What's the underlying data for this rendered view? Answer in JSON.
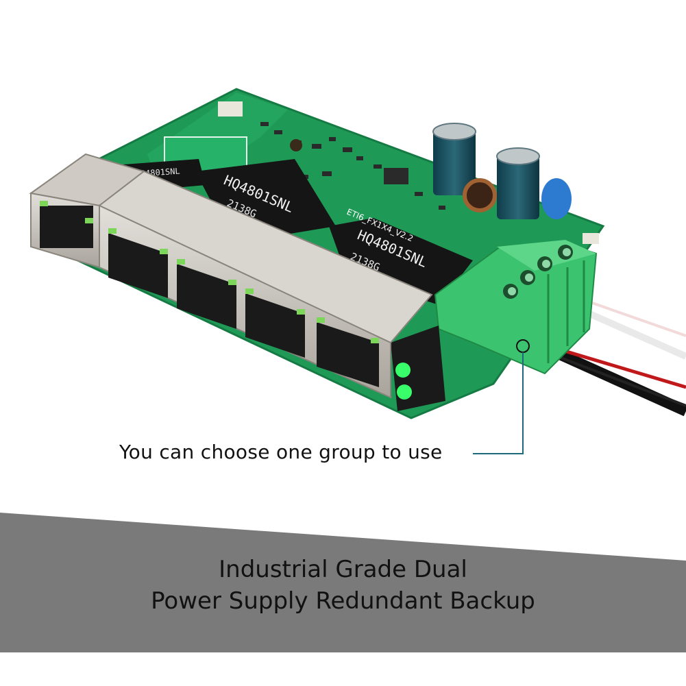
{
  "product": {
    "chip_label_1": "HQ4801SNL",
    "chip_code_1": "2138G",
    "chip_label_2": "HQ4801SNL",
    "chip_code_2": "2138G",
    "chip_label_3": "HQ4801SNL",
    "board_label": "ETI6_FX1X4_V2.2"
  },
  "callout": {
    "text": "You can choose one group to use"
  },
  "banner": {
    "line1": "Industrial Grade Dual",
    "line2": "Power Supply Redundant Backup"
  },
  "colors": {
    "pcb": "#1f9a56",
    "terminal_block": "#3cc36f",
    "banner": "#7a7a7a",
    "callout_line": "#1d6a7a"
  }
}
